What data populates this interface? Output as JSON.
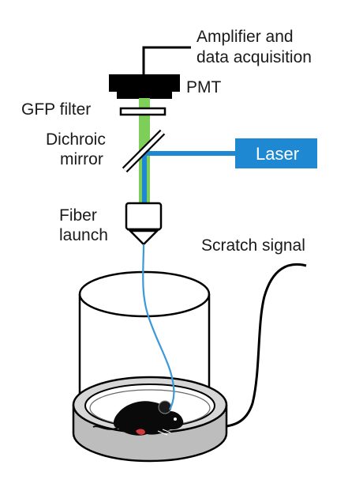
{
  "labels": {
    "amplifier_line1": "Amplifier and",
    "amplifier_line2": "data acquisition",
    "pmt": "PMT",
    "gfp_filter": "GFP filter",
    "dichroic_line1": "Dichroic",
    "dichroic_line2": "mirror",
    "laser": "Laser",
    "fiber_line1": "Fiber",
    "fiber_line2": "launch",
    "scratch_signal": "Scratch signal"
  },
  "colors": {
    "laser_blue": "#1e88d2",
    "fiber_blue": "#3a9ad9",
    "gfp_green": "#7dcf5a",
    "ink": "#000000"
  }
}
